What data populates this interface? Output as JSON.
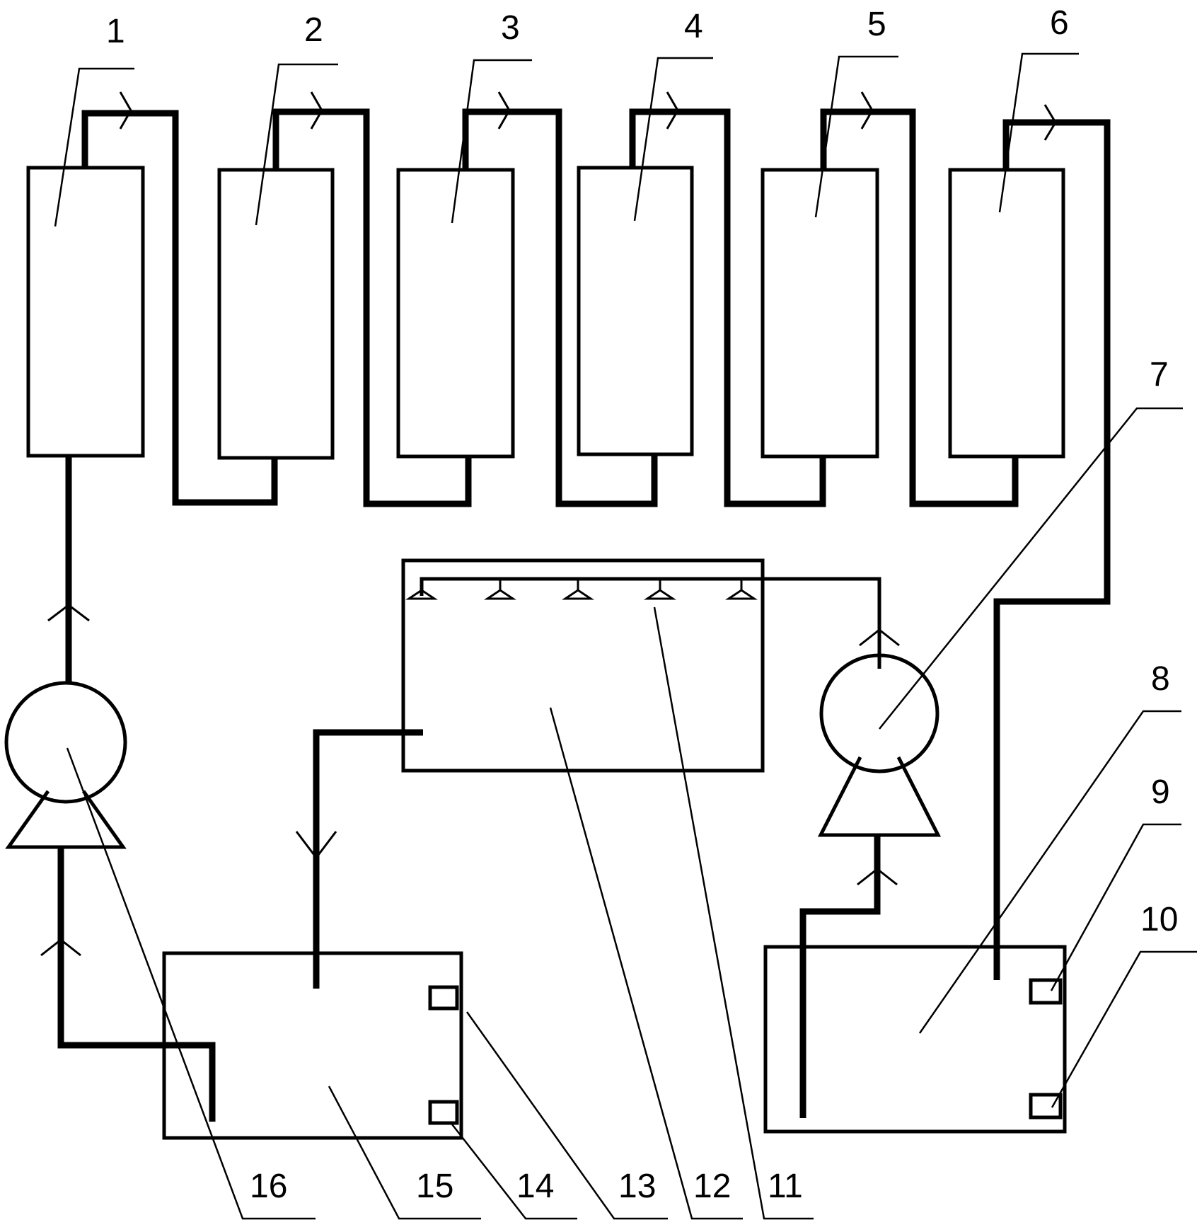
{
  "labels": {
    "l1": "1",
    "l2": "2",
    "l3": "3",
    "l4": "4",
    "l5": "5",
    "l6": "6",
    "l7": "7",
    "l8": "8",
    "l9": "9",
    "l10": "10",
    "l11": "11",
    "l12": "12",
    "l13": "13",
    "l14": "14",
    "l15": "15",
    "l16": "16"
  }
}
